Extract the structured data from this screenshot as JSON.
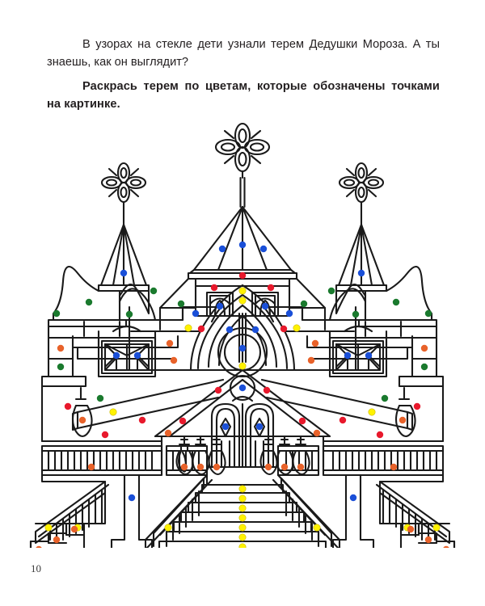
{
  "page": {
    "number": "10",
    "background_color": "#ffffff",
    "ink_color": "#1a1a1a"
  },
  "instructions": {
    "intro": "В узорах на стекле дети узнали терем Дедушки Мороза. А ты знаешь, как он выглядит?",
    "task": "Раскрась терем по цветам, которые обозначены точками на картинке."
  },
  "illustration": {
    "title": "terem-coloring-page",
    "description": "Russian fairytale palace (terem) line drawing with colored guide dots",
    "palette": {
      "blue": "#1a4fd8",
      "red": "#e8192c",
      "green": "#1a7a2e",
      "yellow": "#fff200",
      "orange": "#e8622a",
      "outline": "#1a1a1a"
    },
    "legend": [
      {
        "color_name": "blue",
        "hex": "#1a4fd8"
      },
      {
        "color_name": "red",
        "hex": "#e8192c"
      },
      {
        "color_name": "green",
        "hex": "#1a7a2e"
      },
      {
        "color_name": "yellow",
        "hex": "#fff200"
      },
      {
        "color_name": "orange",
        "hex": "#e8622a"
      }
    ],
    "parts": [
      "central-spire-finial",
      "left-spire-finial",
      "right-spire-finial",
      "central-tent-roof",
      "upper-gallery-windows",
      "central-arch-rosette",
      "left-onion-dome",
      "right-onion-dome",
      "left-wing-window",
      "right-wing-window",
      "front-gable",
      "entrance-doors",
      "central-staircase",
      "left-side-staircase",
      "right-side-staircase",
      "balustrades",
      "support-columns"
    ]
  }
}
